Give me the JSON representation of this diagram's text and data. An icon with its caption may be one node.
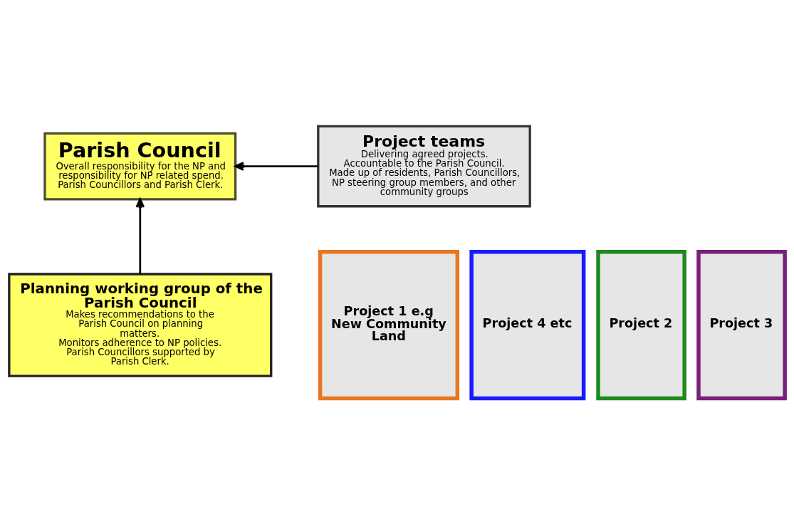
{
  "diagram": {
    "nodes": [
      {
        "text": [
          "Parish Council",
          "Overall responsibility for the NP and responsibility for NP related spend.",
          "Parish Councillors and Parish Clerk."
        ]
      },
      {
        "text": [
          "Project teams",
          "Delivering agreed projects.",
          "Accountable to the Parish Council.",
          "Made up of residents, Parish Councillors, NP steering group members, and other community groups"
        ]
      },
      {
        "text": [
          "Planning working group of the Parish Council",
          "Makes recommendations to the Parish Council on planning matters.",
          "Monitors adherence to NP policies.",
          "Parish Councillors supported by Parish Clerk."
        ]
      },
      {
        "text": [
          "Project 1 e.g New Community Land"
        ]
      },
      {
        "text": [
          "Project 2"
        ]
      },
      {
        "text": [
          "Project 3"
        ]
      },
      {
        "text": [
          "Project 4 etc"
        ]
      }
    ],
    "edges": [
      {
        "from": 1,
        "to": 0,
        "arrow": "to"
      },
      {
        "from": 2,
        "to": 0,
        "arrow": "to"
      }
    ]
  }
}
